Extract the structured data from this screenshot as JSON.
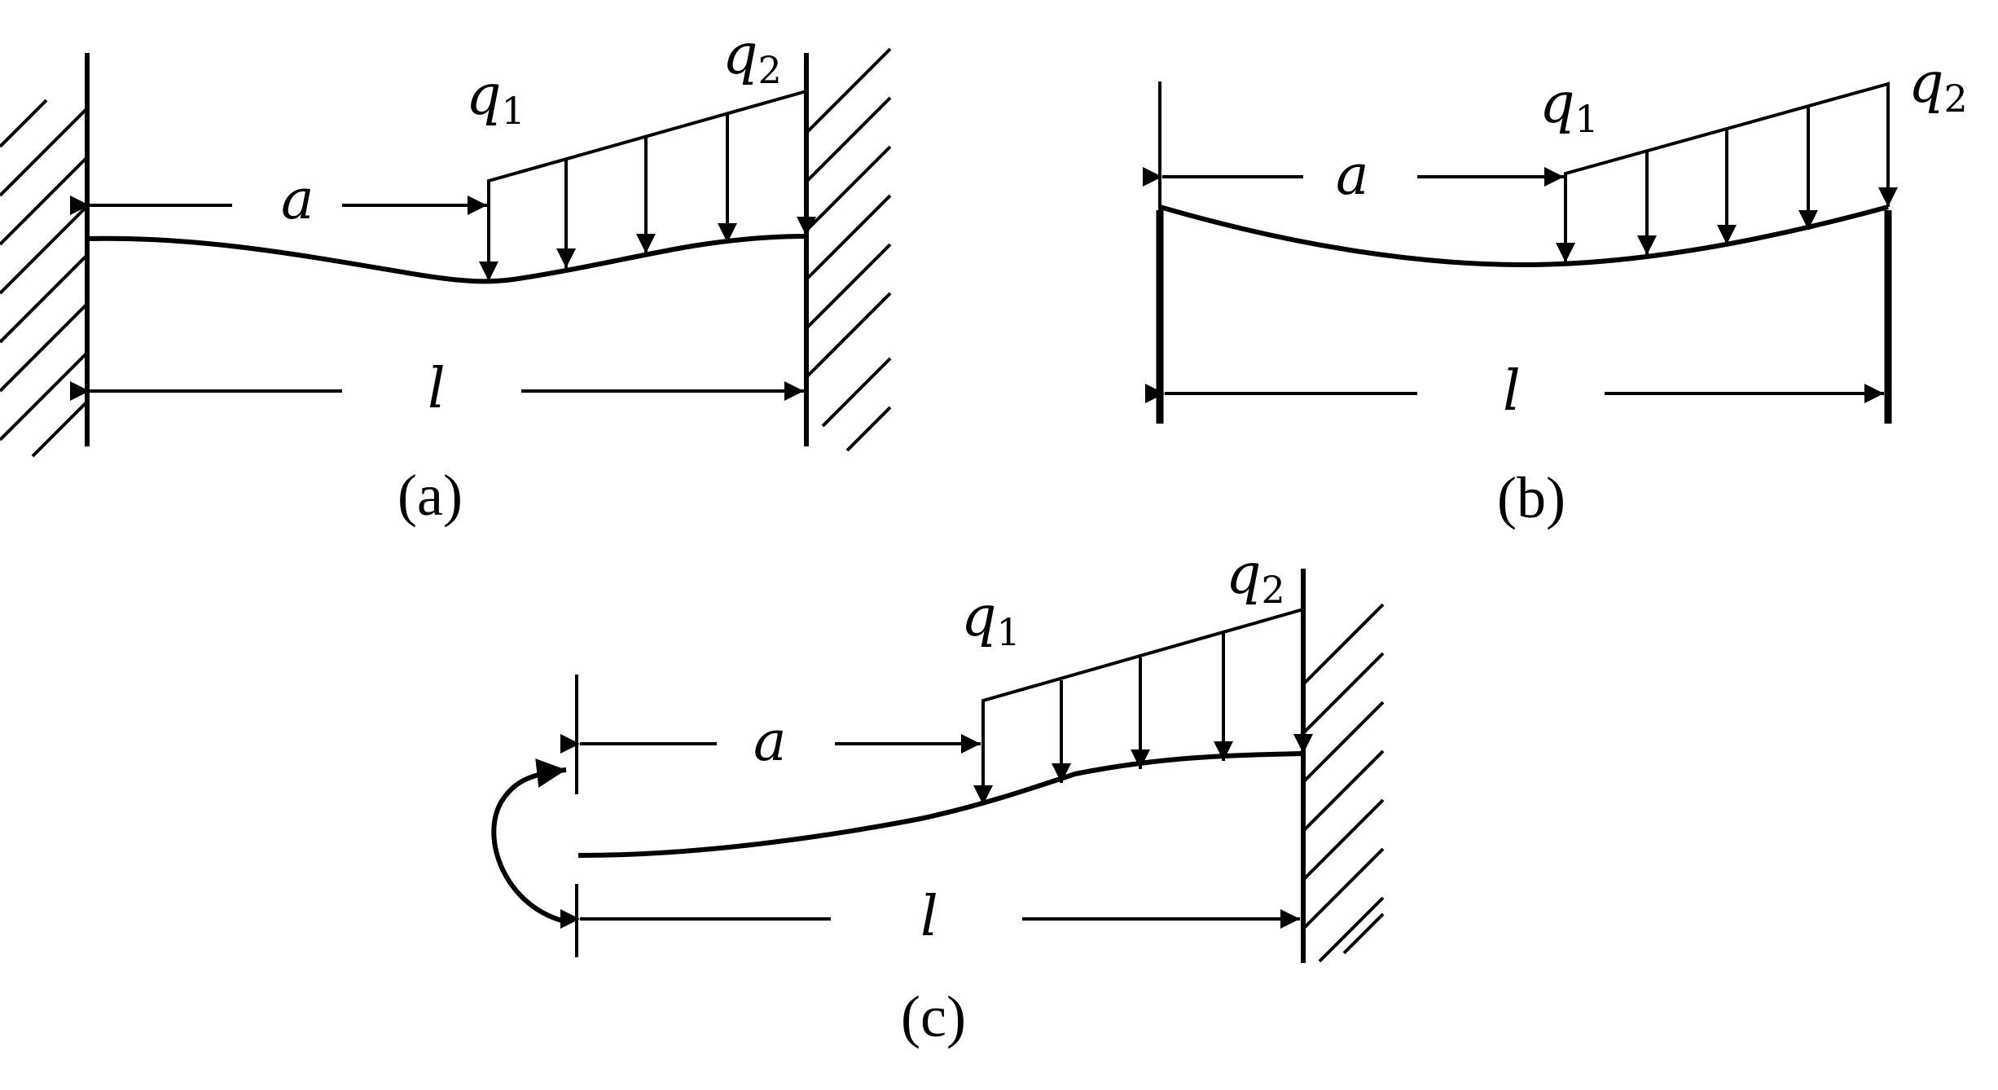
{
  "diagrams": [
    {
      "id": "a",
      "caption": "(a)",
      "load_start": "q",
      "load_start_sub": "1",
      "load_end": "q",
      "load_end_sub": "2",
      "dim_a": "a",
      "dim_l": "l"
    },
    {
      "id": "b",
      "caption": "(b)",
      "load_start": "q",
      "load_start_sub": "1",
      "load_end": "q",
      "load_end_sub": "2",
      "dim_a": "a",
      "dim_l": "l"
    },
    {
      "id": "c",
      "caption": "(c)",
      "load_start": "q",
      "load_start_sub": "1",
      "load_end": "q",
      "load_end_sub": "2",
      "dim_a": "a",
      "dim_l": "l"
    }
  ]
}
